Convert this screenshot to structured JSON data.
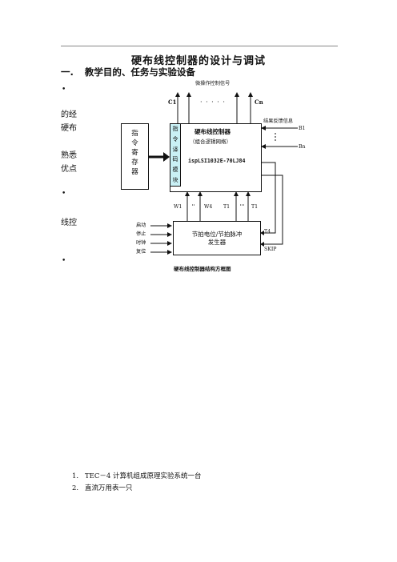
{
  "doc": {
    "title": "硬布线控制器的设计与调试",
    "section_num": "一.",
    "section_title": "教学目的、任务与实验设备",
    "bullet": "•",
    "fragments": [
      "的经",
      "硬布",
      "熟悉",
      "优点",
      "线控"
    ]
  },
  "diagram": {
    "top_label": "微操作控制信号",
    "c1": "C1",
    "dots": "· · · · ·",
    "cn": "Cn",
    "feedback": "结果反馈信息",
    "b1": "B1",
    "bn": "Bn",
    "register": [
      "指",
      "令",
      "寄",
      "存",
      "器"
    ],
    "decoder": [
      "指",
      "令",
      "译",
      "码",
      "模",
      "块"
    ],
    "controller_title": "硬布线控制器",
    "controller_sub": "（组合逻辑网络）",
    "chip": "ispLSI1032E-70LJ84",
    "w1": "W1",
    "w4": "W4",
    "t1a": "T1",
    "t1b": "T1",
    "t4": "T4",
    "skip": "SKIP",
    "inputs": [
      "启动",
      "停止",
      "时钟",
      "复位"
    ],
    "gen_line1": "节拍电位/节拍脉冲",
    "gen_line2": "发生器",
    "caption": "硬布线控制器结构方框图"
  },
  "equipment": [
    {
      "num": "1.",
      "text": "TEC－4 计算机组成原理实验系统一台"
    },
    {
      "num": "2.",
      "text": "直流万用表一只"
    }
  ]
}
